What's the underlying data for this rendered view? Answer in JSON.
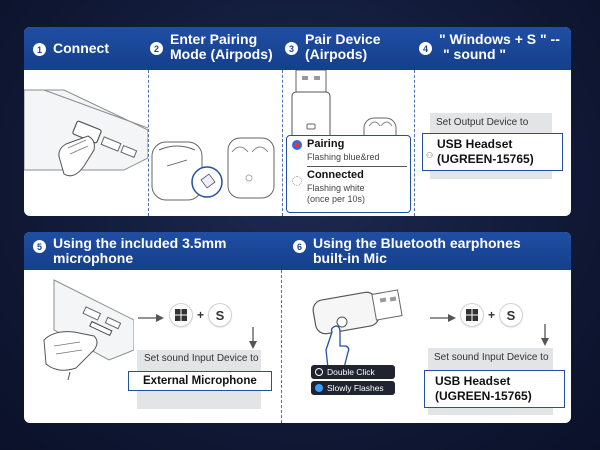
{
  "steps": {
    "s1": {
      "num": "1",
      "title": "Connect"
    },
    "s2": {
      "num": "2",
      "title_line1": "Enter Pairing",
      "title_line2": "Mode (Airpods)"
    },
    "s3": {
      "num": "3",
      "title_line1": "Pair Device",
      "title_line2": "(Airpods)"
    },
    "s4": {
      "num": "4",
      "title_line1": "\" Windows + S \" --",
      "title_line2": "\" sound \""
    },
    "s5": {
      "num": "5",
      "title_line1": "Using the included 3.5mm",
      "title_line2": "microphone"
    },
    "s6": {
      "num": "6",
      "title_line1": "Using the Bluetooth earphones",
      "title_line2": "built-in Mic"
    }
  },
  "pairing": {
    "state1_title": "Pairing",
    "state1_desc": "Flashing blue&red",
    "state2_title": "Connected",
    "state2_desc_line1": "Flashing white",
    "state2_desc_line2": "(once per 10s)"
  },
  "output_device": {
    "label": "Set Output Device to",
    "value_line1": "USB Headset",
    "value_line2": "(UGREEN-15765)"
  },
  "mic_input": {
    "label": "Set sound Input Device to",
    "value": "External Microphone"
  },
  "bt_input": {
    "label": "Set sound Input Device to",
    "value_line1": "USB Headset",
    "value_line2": "(UGREEN-15765)"
  },
  "keys": {
    "plus": "+",
    "s_key": "S"
  },
  "button_tags": {
    "double_click": "Double Click",
    "slowly_flashes": "Slowly Flashes"
  },
  "colors": {
    "header_blue": "#1a4596",
    "accent_blue": "#2350a5",
    "background": "#0f1733"
  }
}
